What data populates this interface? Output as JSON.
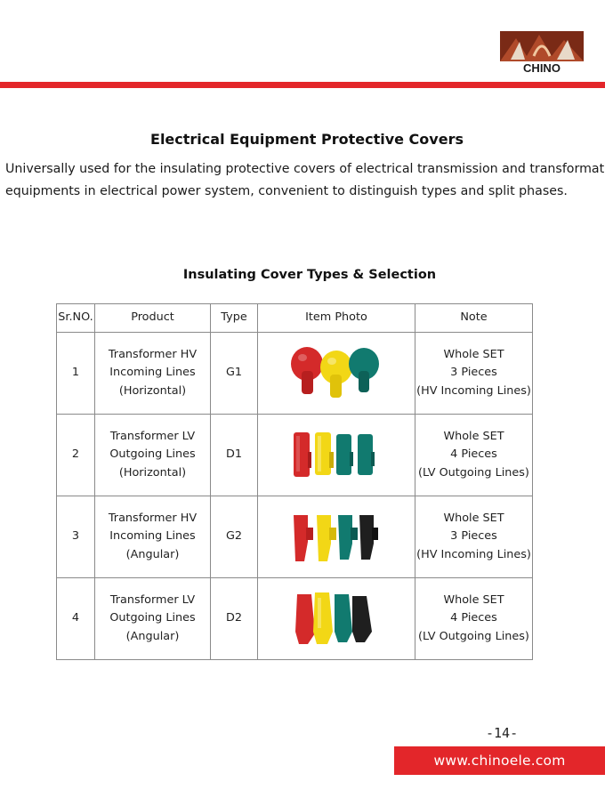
{
  "header": {
    "logo_text": "CHINO",
    "accent_color": "#e3262a"
  },
  "title": "Electrical Equipment Protective Covers",
  "intro": {
    "line1": "Universally used for the insulating protective covers of electrical transmission and transformation",
    "line2": "equipments in electrical power system, convenient to distinguish types and split phases."
  },
  "table": {
    "caption": "Insulating Cover Types & Selection",
    "headers": [
      "Sr.NO.",
      "Product",
      "Type",
      "Item Photo",
      "Note"
    ],
    "rows": [
      {
        "sr": "1",
        "product": [
          "Transformer HV",
          "Incoming Lines",
          "(Horizontal)"
        ],
        "type": "G1",
        "photo": "round-covers-3",
        "note": [
          "Whole SET",
          "3 Pieces",
          "(HV Incoming Lines)"
        ]
      },
      {
        "sr": "2",
        "product": [
          "Transformer LV",
          "Outgoing Lines",
          "(Horizontal)"
        ],
        "type": "D1",
        "photo": "boot-covers-4",
        "note": [
          "Whole SET",
          "4 Pieces",
          "(LV Outgoing Lines)"
        ]
      },
      {
        "sr": "3",
        "product": [
          "Transformer HV",
          "Incoming Lines",
          "(Angular)"
        ],
        "type": "G2",
        "photo": "angular-covers-4",
        "note": [
          "Whole SET",
          "3 Pieces",
          "(HV Incoming Lines)"
        ]
      },
      {
        "sr": "4",
        "product": [
          "Transformer LV",
          "Outgoing Lines",
          "(Angular)"
        ],
        "type": "D2",
        "photo": "slanted-covers-4",
        "note": [
          "Whole SET",
          "4 Pieces",
          "(LV Outgoing Lines)"
        ]
      }
    ]
  },
  "cover_colors": {
    "red": "#d42a2a",
    "yellow": "#f2d716",
    "green": "#117a6f",
    "black": "#1f1f1f"
  },
  "footer": {
    "page_number": "-14-",
    "website": "www.chinoele.com"
  }
}
